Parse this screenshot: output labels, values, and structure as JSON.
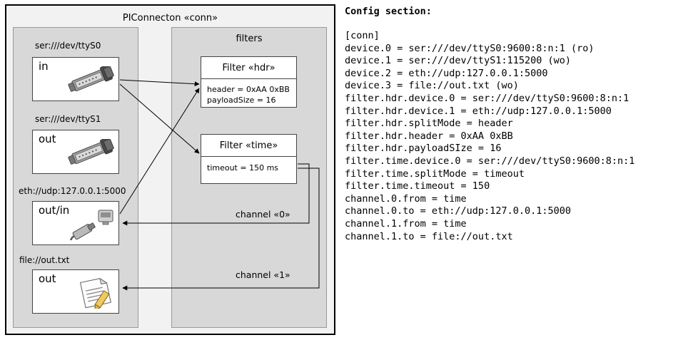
{
  "diagram": {
    "outer_title": "PIConnecton «conn»",
    "filters_group_title": "filters",
    "devices": [
      {
        "label": "ser:///dev/ttyS0",
        "name": "in",
        "icon": "serial-port-icon"
      },
      {
        "label": "ser:///dev/ttyS1",
        "name": "out",
        "icon": "serial-port-icon"
      },
      {
        "label": "eth://udp:127.0.0.1:5000",
        "name": "out/in",
        "icon": "network-plug-icon"
      },
      {
        "label": "file://out.txt",
        "name": "out",
        "icon": "text-file-icon"
      }
    ],
    "filters": [
      {
        "title": "Filter «hdr»",
        "lines": [
          "header = 0xAA 0xBB",
          "payloadSize = 16"
        ]
      },
      {
        "title": "Filter «time»",
        "lines": [
          "timeout = 150 ms"
        ]
      }
    ],
    "channels": [
      {
        "label": "channel «0»"
      },
      {
        "label": "channel «1»"
      }
    ]
  },
  "config": {
    "heading": "Config section:",
    "text": "[conn]\ndevice.0 = ser:///dev/ttyS0:9600:8:n:1 (ro)\ndevice.1 = ser:///dev/ttyS1:115200 (wo)\ndevice.2 = eth://udp:127.0.0.1:5000\ndevice.3 = file://out.txt (wo)\nfilter.hdr.device.0 = ser:///dev/ttyS0:9600:8:n:1\nfilter.hdr.device.1 = eth://udp:127.0.0.1:5000\nfilter.hdr.splitMode = header\nfilter.hdr.header = 0xAA 0xBB\nfilter.hdr.payloadSIze = 16\nfilter.time.device.0 = ser:///dev/ttyS0:9600:8:n:1\nfilter.time.splitMode = timeout\nfilter.time.timeout = 150\nchannel.0.from = time\nchannel.0.to = eth://udp:127.0.0.1:5000\nchannel.1.from = time\nchannel.1.to = file://out.txt"
  },
  "colors": {
    "outer_bg": "#f2f2f2",
    "group_bg": "#d8d8d8",
    "card_bg": "#ffffff",
    "line": "#000000"
  }
}
